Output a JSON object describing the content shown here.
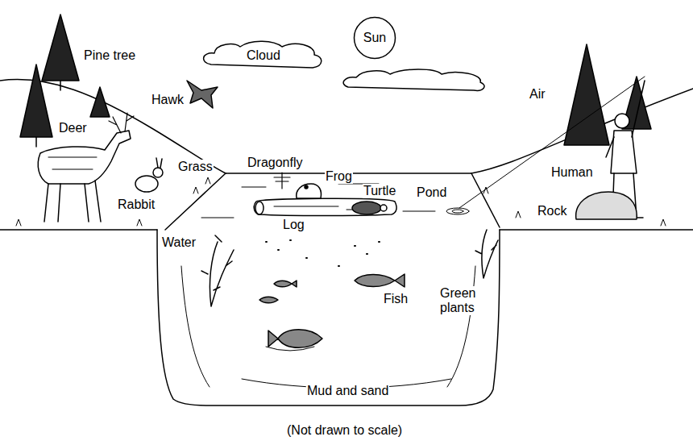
{
  "diagram": {
    "caption": "(Not drawn to scale)",
    "nodes": [
      {
        "text": [
          "Sun"
        ]
      }
    ],
    "labels": [
      "Pine tree",
      "Cloud",
      "Hawk",
      "Air",
      "Deer",
      "Grass",
      "Dragonfly",
      "Frog",
      "Turtle",
      "Pond",
      "Human",
      "Rabbit",
      "Log",
      "Rock",
      "Water",
      "Fish",
      "Green plants",
      "Mud and sand"
    ]
  }
}
